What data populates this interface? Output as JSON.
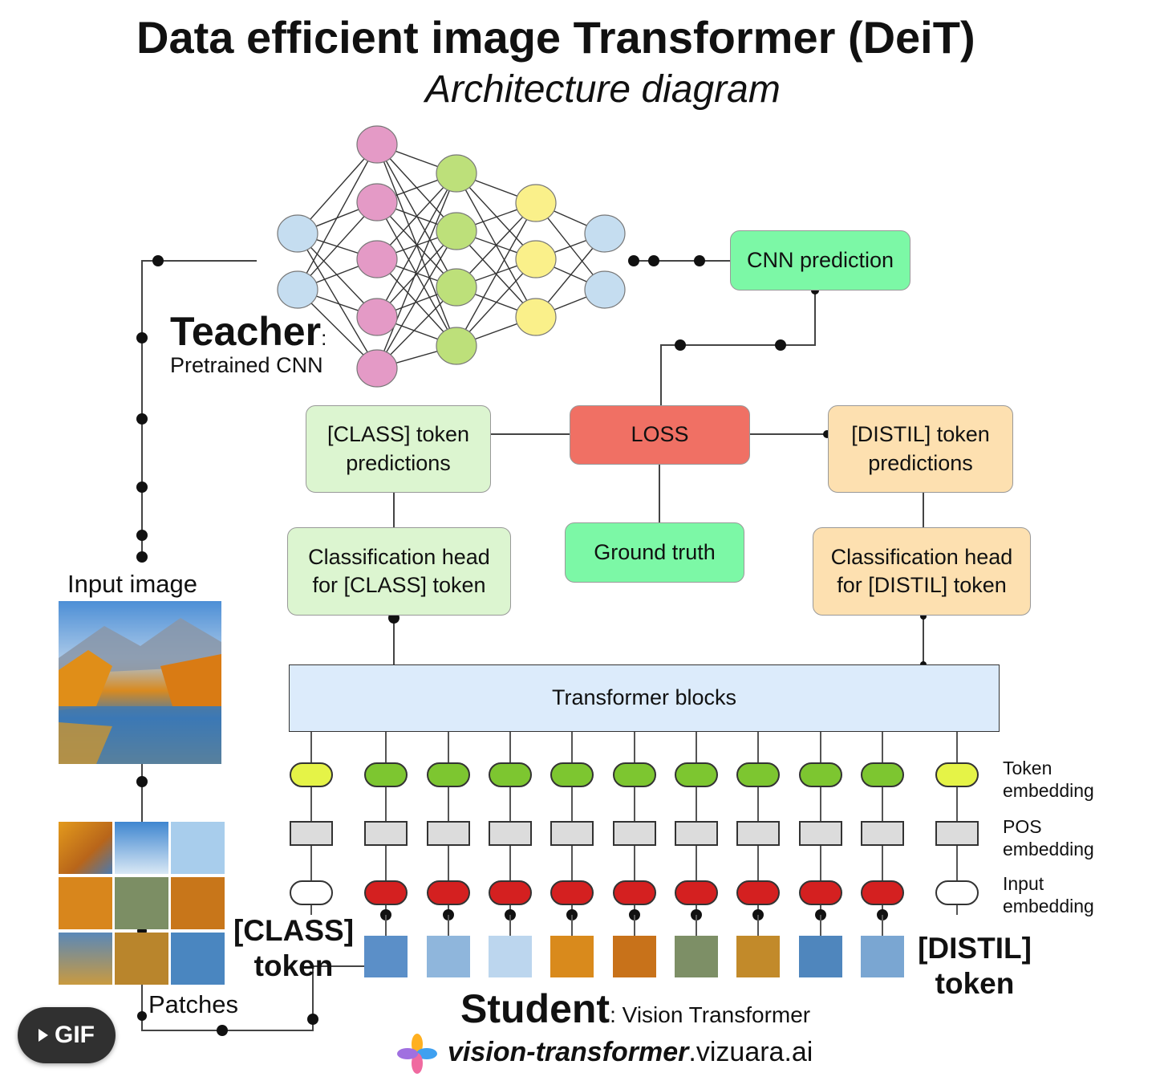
{
  "title": "Data efficient image Transformer (DeiT)",
  "subtitle": "Architecture diagram",
  "teacher": {
    "label": "Teacher",
    "colon": ":",
    "sub": "Pretrained CNN"
  },
  "boxes": {
    "cnn_prediction": "CNN prediction",
    "loss": "LOSS",
    "class_pred": "[CLASS] token predictions",
    "distil_pred": "[DISTIL] token predictions",
    "ground_truth": "Ground truth",
    "class_head": "Classification head for [CLASS] token",
    "distil_head": "Classification head for [DISTIL] token",
    "transformer": "Transformer blocks"
  },
  "left": {
    "input_image": "Input image",
    "patches": "Patches"
  },
  "tokens": {
    "class_token": "[CLASS] token",
    "distil_token": "[DISTIL] token"
  },
  "legend": {
    "token_embedding": "Token embedding",
    "pos_embedding": "POS embedding",
    "input_embedding": "Input embedding"
  },
  "student": {
    "label": "Student",
    "sub": ": Vision Transformer"
  },
  "footer": {
    "brand_bold": "vision-transformer",
    "brand_rest": ".vizuara.ai"
  },
  "gif_button": "GIF",
  "colors": {
    "green_box": "#7cf8a6",
    "red_box": "#f07064",
    "light_green_box": "#dcf5d0",
    "orange_box": "#fde0b0",
    "transformer_box": "#dcebfb",
    "node_blue": "#c5ddf0",
    "node_pink": "#e49ac6",
    "node_lime": "#bde07a",
    "node_yellow": "#faf08a",
    "token_yellow": "#e5f347",
    "token_green": "#7dc630",
    "input_red": "#d42020",
    "pos_gray": "#dcdcdc"
  }
}
